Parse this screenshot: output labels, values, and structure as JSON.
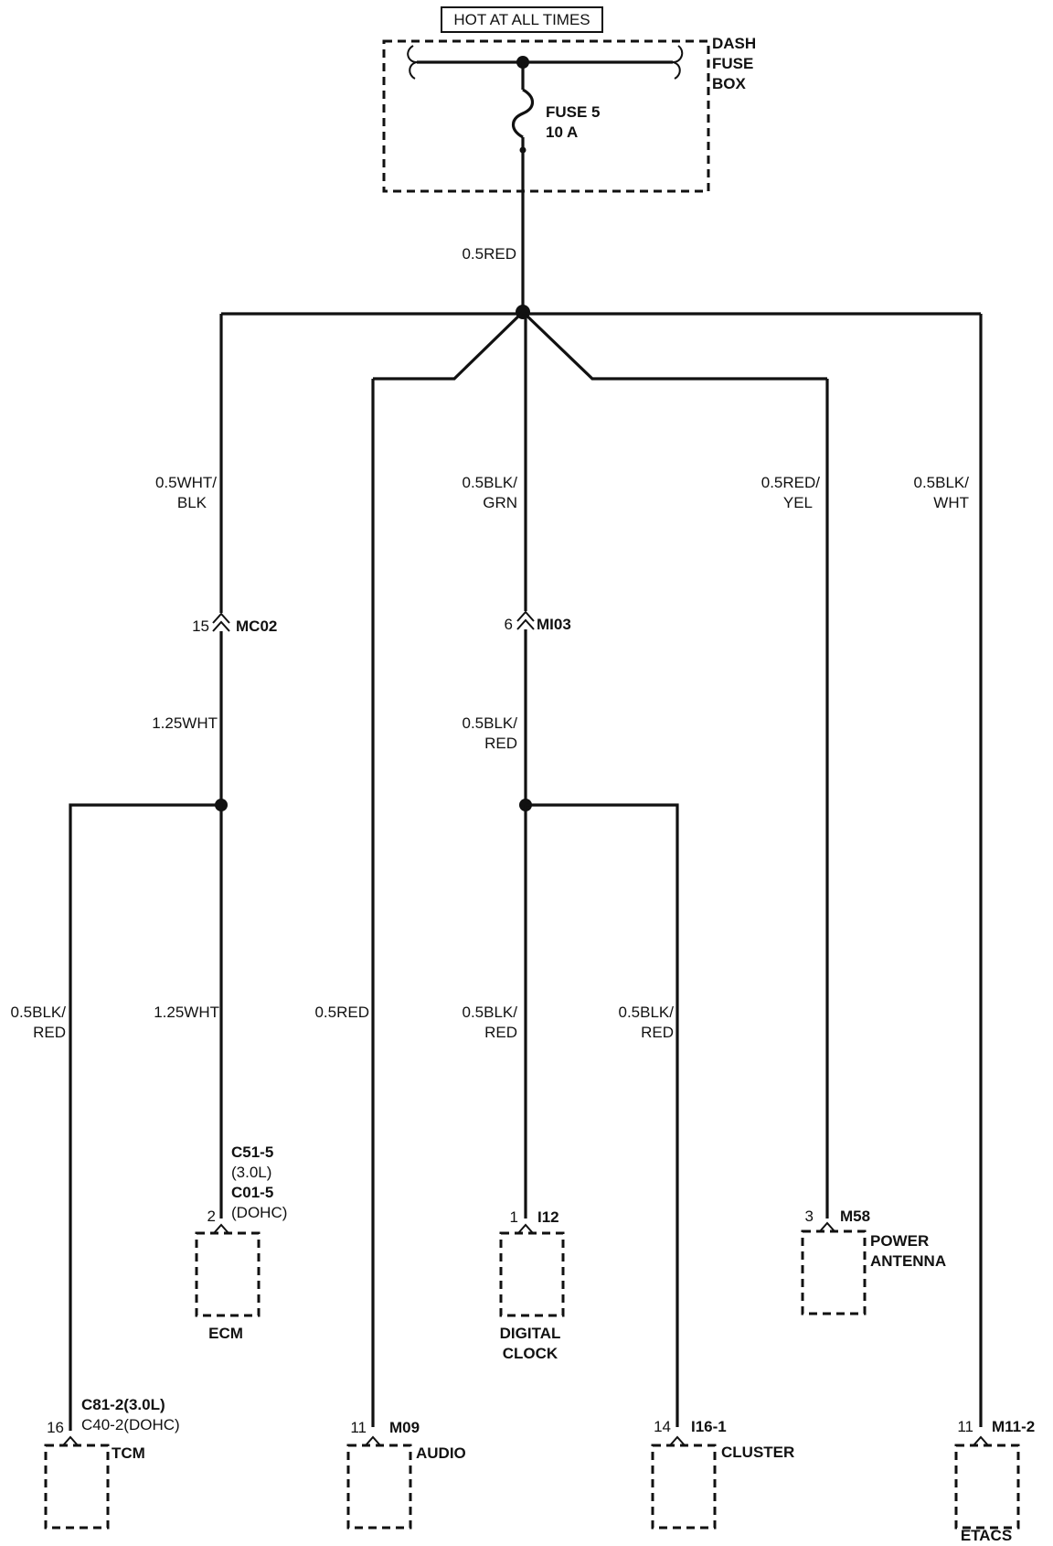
{
  "source": {
    "hot_label": "HOT AT ALL TIMES",
    "box": [
      "DASH",
      "FUSE",
      "BOX"
    ],
    "fuse": [
      "FUSE 5",
      "10 A"
    ]
  },
  "wires": {
    "main": "0.5RED",
    "mc02_upper": [
      "0.5WHT/",
      "BLK"
    ],
    "mc02_lower": "1.25WHT",
    "mi03_upper": [
      "0.5BLK/",
      "GRN"
    ],
    "mi03_lower": [
      "0.5BLK/",
      "RED"
    ],
    "antenna": [
      "0.5RED/",
      "YEL"
    ],
    "etacs": [
      "0.5BLK/",
      "WHT"
    ],
    "tcm": [
      "0.5BLK/",
      "RED"
    ],
    "ecm": "1.25WHT",
    "audio": "0.5RED",
    "clock": [
      "0.5BLK/",
      "RED"
    ],
    "cluster": [
      "0.5BLK/",
      "RED"
    ]
  },
  "connectors": {
    "mc02": {
      "pin": "15",
      "name": "MC02"
    },
    "mi03": {
      "pin": "6",
      "name": "MI03"
    }
  },
  "components": {
    "ecm": {
      "pin": "2",
      "conn": [
        "C51-5",
        "(3.0L)",
        "C01-5",
        "(DOHC)"
      ],
      "label": [
        "ECM"
      ]
    },
    "clock": {
      "pin": "1",
      "conn": [
        "I12"
      ],
      "label": [
        "DIGITAL",
        "CLOCK"
      ]
    },
    "antenna": {
      "pin": "3",
      "conn": [
        "M58"
      ],
      "label": [
        "POWER",
        "ANTENNA"
      ]
    },
    "tcm": {
      "pin": "16",
      "conn": [
        "C81-2(3.0L)",
        "C40-2(DOHC)"
      ],
      "label": [
        "TCM"
      ]
    },
    "audio": {
      "pin": "11",
      "conn": [
        "M09"
      ],
      "label": [
        "AUDIO"
      ]
    },
    "cluster": {
      "pin": "14",
      "conn": [
        "I16-1"
      ],
      "label": [
        "CLUSTER"
      ]
    },
    "etacs": {
      "pin": "11",
      "conn": [
        "M11-2"
      ],
      "label": [
        "ETACS"
      ]
    }
  }
}
